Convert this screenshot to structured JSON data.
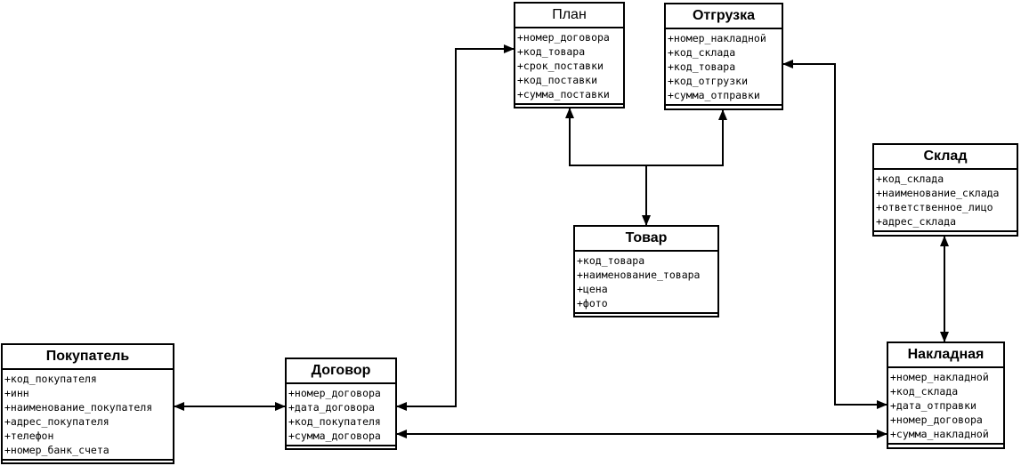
{
  "entities": {
    "plan": {
      "title": "План",
      "attributes": [
        "+номер_договора",
        "+код_товара",
        "+срок_поставки",
        "+код_поставки",
        "+сумма_поставки"
      ]
    },
    "otgruzka": {
      "title": "Отгрузка",
      "attributes": [
        "+номер_накладной",
        "+код_склада",
        "+код_товара",
        "+код_отгрузки",
        "+сумма_отправки"
      ]
    },
    "sklad": {
      "title": "Склад",
      "attributes": [
        "+код_склада",
        "+наименование_склада",
        "+ответственное_лицо",
        "+адрес_склада"
      ]
    },
    "tovar": {
      "title": "Товар",
      "attributes": [
        "+код_товара",
        "+наименование_товара",
        "+цена",
        "+фото"
      ]
    },
    "pokupatel": {
      "title": "Покупатель",
      "attributes": [
        "+код_покупателя",
        "+инн",
        "+наименование_покупателя",
        "+адрес_покупателя",
        "+телефон",
        "+номер_банк_счета"
      ]
    },
    "dogovor": {
      "title": "Договор",
      "attributes": [
        "+номер_договора",
        "+дата_договора",
        "+код_покупателя",
        "+сумма_договора"
      ]
    },
    "nakladnaya": {
      "title": "Накладная",
      "attributes": [
        "+номер_накладной",
        "+код_склада",
        "+дата_отправки",
        "+номер_договора",
        "+сумма_накладной"
      ]
    }
  },
  "relationships": [
    {
      "from": "pokupatel",
      "to": "dogovor",
      "arrows": "both"
    },
    {
      "from": "dogovor",
      "to": "plan",
      "arrows": "both"
    },
    {
      "from": "dogovor",
      "to": "nakladnaya",
      "arrows": "both"
    },
    {
      "from": "plan",
      "to": "tovar",
      "arrows": "both"
    },
    {
      "from": "otgruzka",
      "to": "tovar",
      "arrows": "both"
    },
    {
      "from": "otgruzka",
      "to": "nakladnaya",
      "arrows": "both"
    },
    {
      "from": "sklad",
      "to": "nakladnaya",
      "arrows": "both"
    }
  ]
}
